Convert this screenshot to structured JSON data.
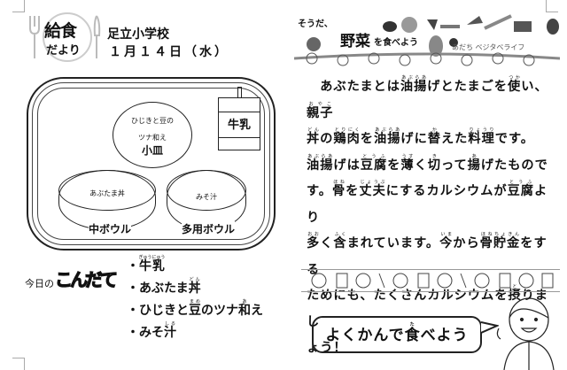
{
  "logo": {
    "title": "給食",
    "subtitle": "だより"
  },
  "school": "足立小学校",
  "date": "１月１４日（水）",
  "tray": {
    "small_plate": {
      "food_line1": "ひじきと豆の",
      "food_line2": "ツナ和え",
      "label": "小皿"
    },
    "milk": "牛乳",
    "middle_bowl": {
      "food": "あぶたま丼",
      "label": "中ボウル"
    },
    "multi_bowl": {
      "food": "みそ汁",
      "label": "多用ボウル"
    }
  },
  "menu_logo": {
    "prefix": "今日の",
    "main": "こんだて"
  },
  "menu_items": [
    [
      [
        "・",
        ""
      ],
      [
        "牛乳",
        "ぎゅうにゅう"
      ]
    ],
    [
      [
        "・あぶたま",
        ""
      ],
      [
        "丼",
        "どん"
      ]
    ],
    [
      [
        "・ひじきと",
        ""
      ],
      [
        "豆",
        "まめ"
      ],
      [
        "のツナ",
        ""
      ],
      [
        "和",
        "あ"
      ],
      [
        "え",
        ""
      ]
    ],
    [
      [
        "・みそ",
        ""
      ],
      [
        "汁",
        "しる"
      ]
    ]
  ],
  "header": {
    "prefix": "そうだ、",
    "title": "野菜",
    "suffix": "を食べよう",
    "brand": "あだち ベジタベライフ"
  },
  "paragraph": [
    [
      [
        "　あぶたまとは",
        ""
      ],
      [
        "油揚",
        "あぶらあ"
      ],
      [
        "げとたまごを",
        ""
      ],
      [
        "使",
        "つか"
      ],
      [
        "い、",
        ""
      ],
      [
        "親子",
        "おやこ"
      ]
    ],
    [
      [
        "丼",
        "どん"
      ],
      [
        "の",
        ""
      ],
      [
        "鶏肉",
        "とりにく"
      ],
      [
        "を",
        ""
      ],
      [
        "油揚",
        "あぶらあ"
      ],
      [
        "げに",
        ""
      ],
      [
        "替",
        "か"
      ],
      [
        "えた",
        ""
      ],
      [
        "料理",
        "りょうり"
      ],
      [
        "です。",
        ""
      ]
    ],
    [
      [
        "油揚",
        "あぶらあ"
      ],
      [
        "げは",
        ""
      ],
      [
        "豆腐",
        "とうふ"
      ],
      [
        "を",
        ""
      ],
      [
        "薄",
        "うす"
      ],
      [
        "く",
        ""
      ],
      [
        "切",
        "き"
      ],
      [
        "って",
        ""
      ],
      [
        "揚",
        "あ"
      ],
      [
        "げたもので",
        ""
      ]
    ],
    [
      [
        "す。",
        ""
      ],
      [
        "骨",
        "ほね"
      ],
      [
        "を",
        ""
      ],
      [
        "丈夫",
        "じょうぶ"
      ],
      [
        "にするカルシウムが",
        ""
      ],
      [
        "豆腐",
        "とうふ"
      ],
      [
        "より",
        ""
      ]
    ],
    [
      [
        "多",
        "おお"
      ],
      [
        "く",
        ""
      ],
      [
        "含",
        "ふく"
      ],
      [
        "まれています。",
        ""
      ],
      [
        "今",
        "いま"
      ],
      [
        "から",
        ""
      ],
      [
        "骨貯金",
        "ほねちょきん"
      ],
      [
        "をする",
        ""
      ]
    ],
    [
      [
        "ためにも、たくさんカルシウムを",
        ""
      ],
      [
        "摂",
        "と"
      ],
      [
        "りまし",
        ""
      ]
    ],
    [
      [
        "ょう！",
        ""
      ]
    ]
  ],
  "bubble": [
    [
      "よくかんで",
      ""
    ],
    [
      "食",
      "た"
    ],
    [
      "べよう",
      ""
    ]
  ]
}
